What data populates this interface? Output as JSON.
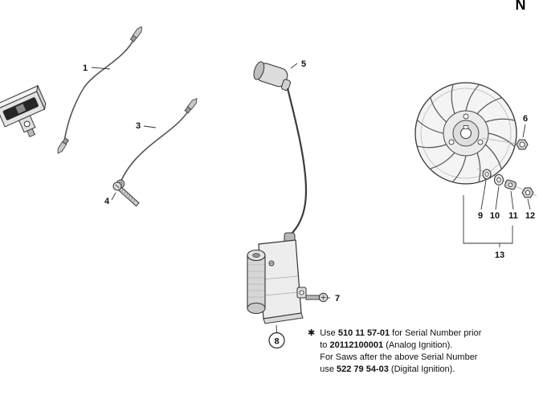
{
  "page": {
    "section_letter": "N"
  },
  "labels": {
    "item1": "1",
    "item3": "3",
    "item4": "4",
    "item5": "5",
    "item6": "6",
    "item7": "7",
    "item8": "8",
    "item9": "9",
    "item10": "10",
    "item11": "11",
    "item12": "12",
    "item13": "13"
  },
  "note": {
    "marker": "✱",
    "lines": [
      {
        "segments": [
          {
            "text": "Use ",
            "bold": false
          },
          {
            "text": "510 11 57-01",
            "bold": true
          },
          {
            "text": " for Serial Number prior",
            "bold": false
          }
        ]
      },
      {
        "segments": [
          {
            "text": "to ",
            "bold": false
          },
          {
            "text": "20112100001",
            "bold": true
          },
          {
            "text": " (Analog Ignition).",
            "bold": false
          }
        ]
      },
      {
        "segments": [
          {
            "text": "For Saws after the above Serial Number",
            "bold": false
          }
        ]
      },
      {
        "segments": [
          {
            "text": "use ",
            "bold": false
          },
          {
            "text": "522 79 54-03",
            "bold": true
          },
          {
            "text": " (Digital Ignition).",
            "bold": false
          }
        ]
      }
    ]
  }
}
